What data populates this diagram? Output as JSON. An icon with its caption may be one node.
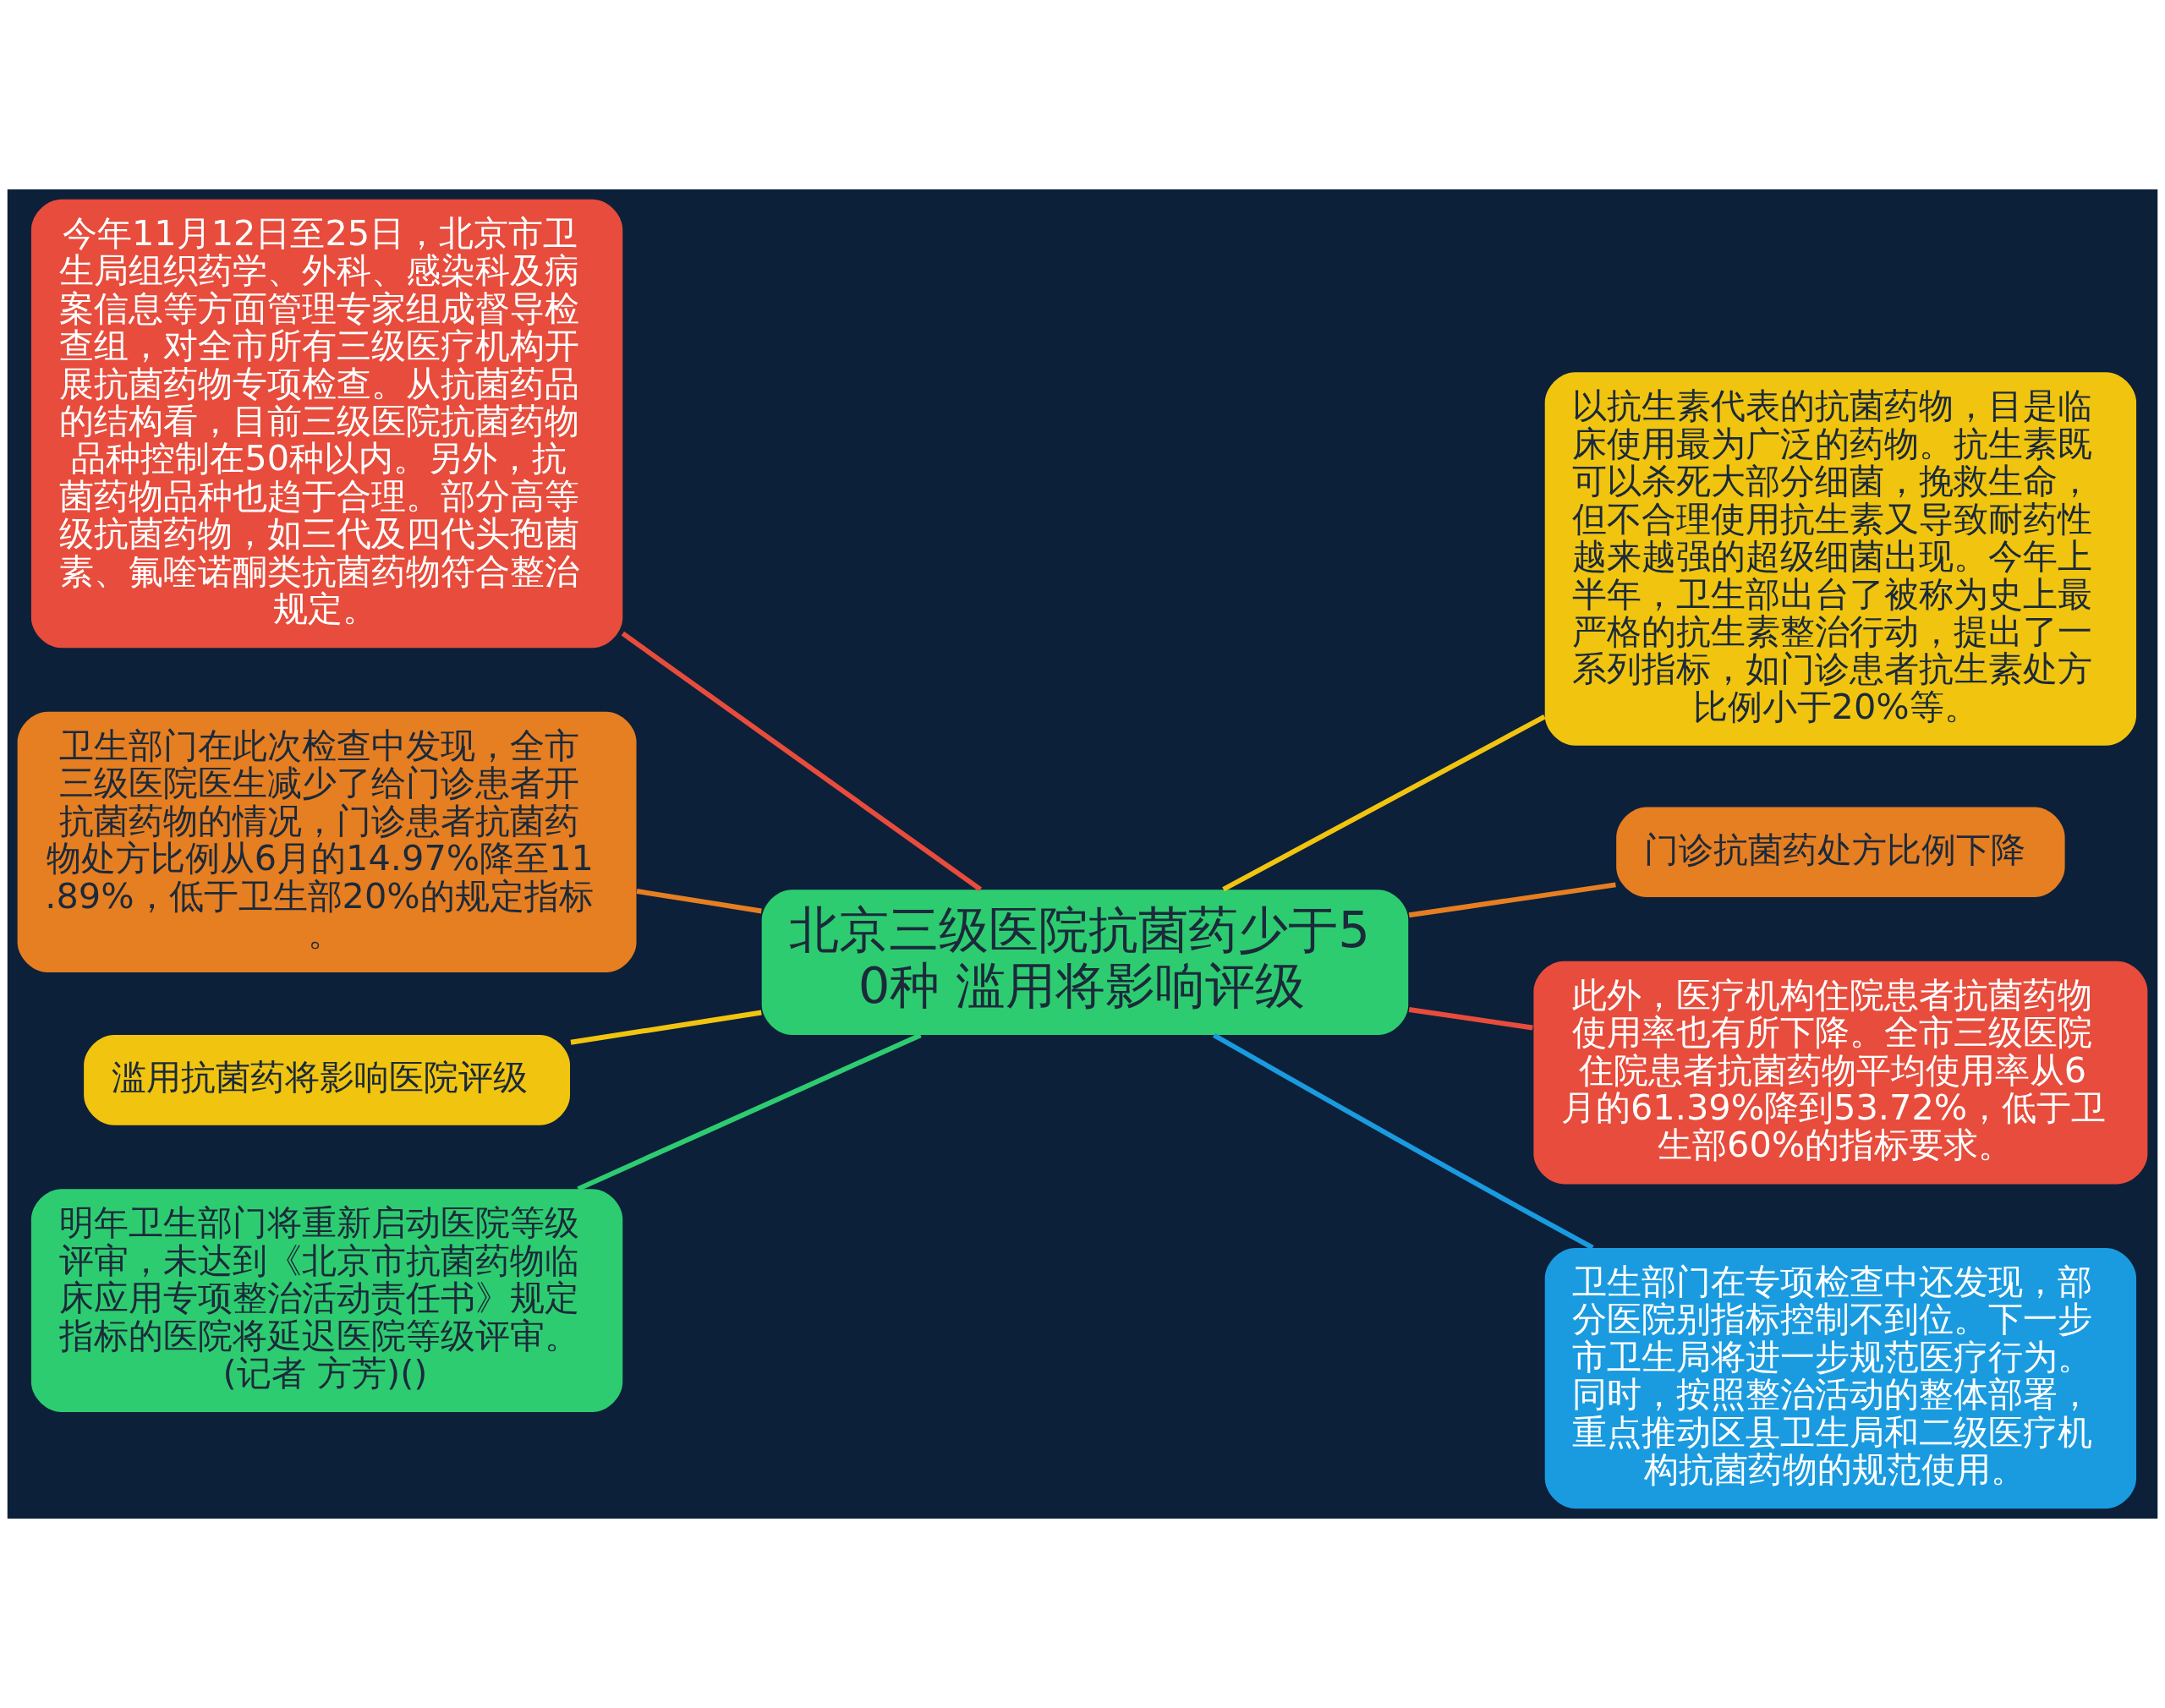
{
  "diagram": {
    "nodes": [
      {
        "text": [
          "北京三级医院抗菌药少于50种 滥用将影响评级"
        ]
      },
      {
        "text": [
          "今年11月12日至25日，北京市卫生局组织药学、外科、感染科及病案信息等方面管理专家组成督导检查组，对全市所有三级医疗机构开展抗菌药物专项检查。从抗菌药品的结构看，目前三级医院抗菌药物品种控制在50种以内。另外，抗菌药物品种也趋于合理。部分高等级抗菌药物，如三代及四代头孢菌素、氟喹诺酮类抗菌药物符合整治规定。"
        ]
      },
      {
        "text": [
          "卫生部门在此次检查中发现，全市三级医院医生减少了给门诊患者开抗菌药物的情况，门诊患者抗菌药物处方比例从6月的14.97%降至11.89%，低于卫生部20%的规定指标。"
        ]
      },
      {
        "text": [
          "滥用抗菌药将影响医院评级"
        ]
      },
      {
        "text": [
          "明年卫生部门将重新启动医院等级评审，未达到《北京市抗菌药物临床应用专项整治活动责任书》规定指标的医院将延迟医院等级评审。(记者 方芳)()"
        ]
      },
      {
        "text": [
          "以抗生素代表的抗菌药物，目是临床使用最为广泛的药物。抗生素既可以杀死大部分细菌，挽救生命，但不合理使用抗生素又导致耐药性越来越强的超级细菌出现。今年上半年，卫生部出台了被称为史上最严格的抗生素整治行动，提出了一系列指标，如门诊患者抗生素处方比例小于20%等。"
        ]
      },
      {
        "text": [
          "门诊抗菌药处方比例下降"
        ]
      },
      {
        "text": [
          "此外，医疗机构住院患者抗菌药物使用率也有所下降。全市三级医院住院患者抗菌药物平均使用率从6月的61.39%降到53.72%，低于卫生部60%的指标要求。"
        ]
      },
      {
        "text": [
          "卫生部门在专项检查中还发现，部分医院别指标控制不到位。下一步市卫生局将进一步规范医疗行为。同时，按照整治活动的整体部署，重点推动区县卫生局和二级医疗机构抗菌药物的规范使用。"
        ]
      }
    ],
    "edges": [
      {
        "from": 0,
        "to": 1,
        "arrow": "none",
        "color": "#e74c3c"
      },
      {
        "from": 0,
        "to": 2,
        "arrow": "none",
        "color": "#e67e22"
      },
      {
        "from": 0,
        "to": 3,
        "arrow": "none",
        "color": "#f1c40f"
      },
      {
        "from": 0,
        "to": 4,
        "arrow": "none",
        "color": "#2ecc71"
      },
      {
        "from": 0,
        "to": 5,
        "arrow": "none",
        "color": "#f1c40f"
      },
      {
        "from": 0,
        "to": 6,
        "arrow": "none",
        "color": "#e67e22"
      },
      {
        "from": 0,
        "to": 7,
        "arrow": "none",
        "color": "#e74c3c"
      },
      {
        "from": 0,
        "to": 8,
        "arrow": "none",
        "color": "#1a9be0"
      }
    ]
  }
}
